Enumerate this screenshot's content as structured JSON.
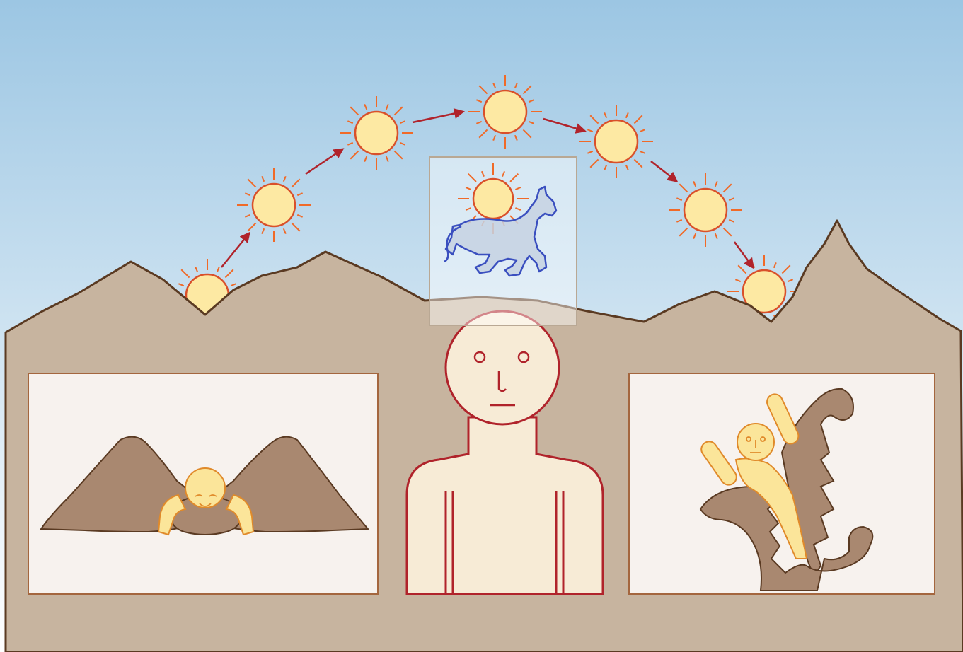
{
  "scene": {
    "sun_count": 8,
    "panels": [
      "left-panel",
      "center-figure",
      "right-panel",
      "horse-inset"
    ],
    "horse_inset": {
      "icon": "horse-icon",
      "contains": "sun-icon"
    },
    "left_panel": {
      "icon": "crouching-figure-icon"
    },
    "right_panel": {
      "icon": "figure-in-beast-jaws-icon"
    },
    "center_figure": {
      "icon": "human-bust-icon"
    }
  },
  "colors": {
    "sky_top": "#9cc6e3",
    "sky_bottom": "#ffffff",
    "ground": "#c7b49f",
    "mountain_outline": "#5a3a22",
    "panel_fill": "#f7f2ee",
    "panel_border": "#a4663e",
    "sun_fill": "#fde9a3",
    "sun_ray": "#f06a28",
    "sun_outline": "#d9502a",
    "arrow": "#b0232b",
    "figure_fill": "#f7ebd6",
    "figure_outline": "#b0232b",
    "horse_outline": "#3a4fbf",
    "horse_fill": "#c6d2e2",
    "limb_brown": "#a98870",
    "limb_outline": "#5a3a22",
    "yellow_figure": "#fbe59a",
    "yellow_outline": "#e08a2a"
  }
}
